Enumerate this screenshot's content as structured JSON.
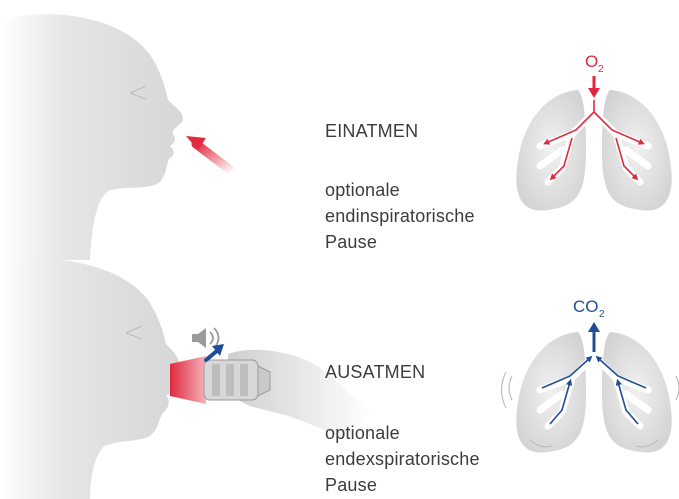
{
  "inhale": {
    "title": "EINATMEN",
    "pause_lines": [
      "optionale",
      "endinspiratorische",
      "Pause"
    ],
    "gas": "O",
    "gas_sub": "2",
    "color": "#e0293f"
  },
  "exhale": {
    "title": "AUSATMEN",
    "pause_lines": [
      "optionale",
      "endexspiratorische",
      "Pause"
    ],
    "gas": "CO",
    "gas_sub": "2",
    "color": "#1f4e96"
  },
  "colors": {
    "text": "#3c3c3c",
    "silhouette": "#e3e3e3",
    "lung": "#d9d9d9",
    "airway": "#ffffff"
  },
  "icons": [
    "face-silhouette",
    "inhale-arrow",
    "lungs",
    "speaker-icon",
    "exhale-arrow",
    "inhaler-device",
    "hand-silhouette"
  ]
}
